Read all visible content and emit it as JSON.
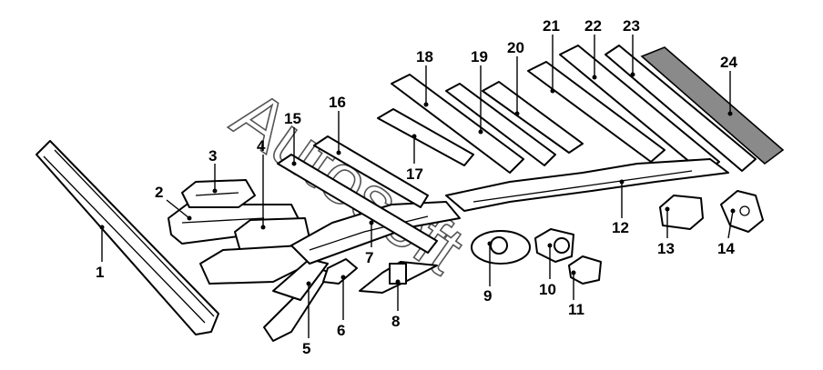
{
  "watermark": "Autosoft",
  "callouts": [
    {
      "label": "1"
    },
    {
      "label": "2"
    },
    {
      "label": "3"
    },
    {
      "label": "4"
    },
    {
      "label": "5"
    },
    {
      "label": "6"
    },
    {
      "label": "7"
    },
    {
      "label": "8"
    },
    {
      "label": "9"
    },
    {
      "label": "10"
    },
    {
      "label": "11"
    },
    {
      "label": "12"
    },
    {
      "label": "13"
    },
    {
      "label": "14"
    },
    {
      "label": "15"
    },
    {
      "label": "16"
    },
    {
      "label": "17"
    },
    {
      "label": "18"
    },
    {
      "label": "19"
    },
    {
      "label": "20"
    },
    {
      "label": "21"
    },
    {
      "label": "22"
    },
    {
      "label": "23"
    },
    {
      "label": "24"
    }
  ]
}
